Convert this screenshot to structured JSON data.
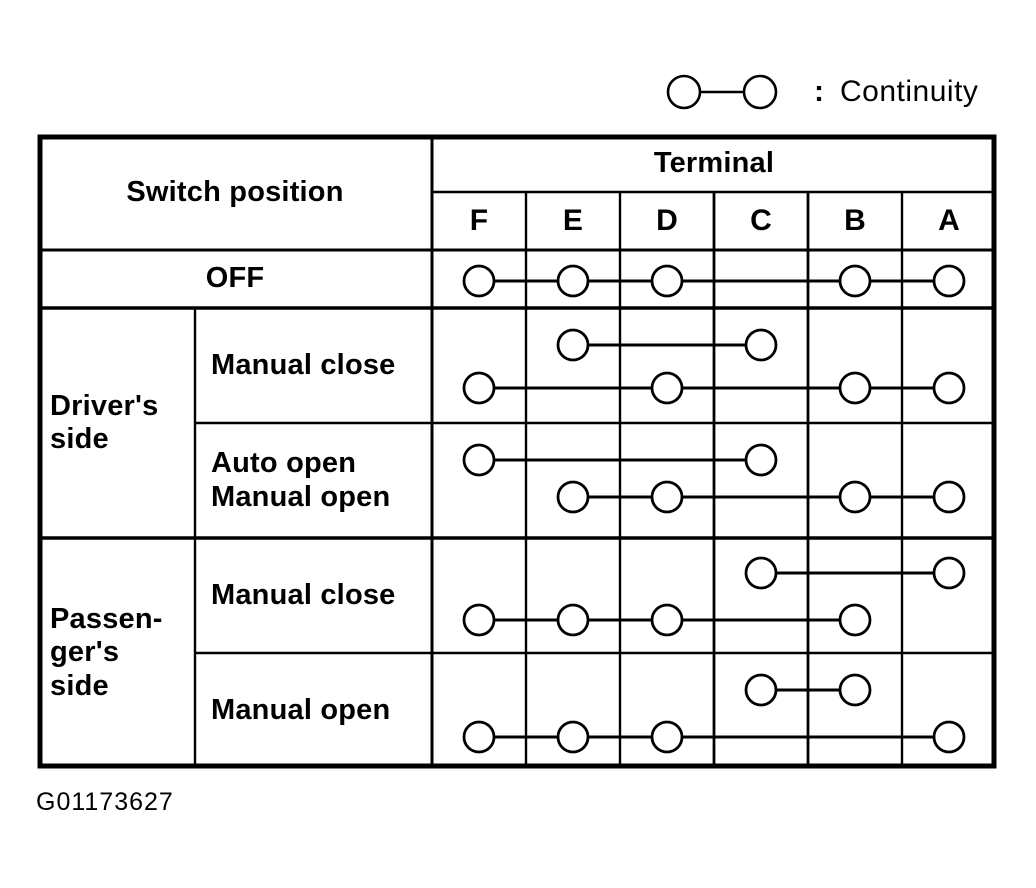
{
  "legend": {
    "symbol": "continuity-symbol",
    "colon": ":",
    "label": "Continuity"
  },
  "figure_id": "G01173627",
  "table": {
    "switch_position_header": "Switch position",
    "terminal_header": "Terminal",
    "terminals": [
      "F",
      "E",
      "D",
      "C",
      "B",
      "A"
    ],
    "groups": [
      {
        "label": "Driver's\nside"
      },
      {
        "label": "Passen-\nger's\nside"
      }
    ],
    "rows": [
      {
        "group": "",
        "label": "OFF",
        "lines": [
          [
            "F",
            "E",
            "D",
            "B",
            "A"
          ]
        ]
      },
      {
        "group": "Driver's side",
        "label": "Manual close",
        "lines": [
          [
            "E",
            "C"
          ],
          [
            "F",
            "D",
            "B",
            "A"
          ]
        ]
      },
      {
        "group": "Driver's side",
        "label": "Auto open\nManual open",
        "lines": [
          [
            "F",
            "C"
          ],
          [
            "E",
            "D",
            "B",
            "A"
          ]
        ]
      },
      {
        "group": "Passenger's side",
        "label": "Manual close",
        "lines": [
          [
            "C",
            "A"
          ],
          [
            "F",
            "E",
            "D",
            "B"
          ]
        ]
      },
      {
        "group": "Passenger's side",
        "label": "Manual open",
        "lines": [
          [
            "C",
            "B"
          ],
          [
            "F",
            "E",
            "D",
            "A"
          ]
        ]
      }
    ]
  }
}
